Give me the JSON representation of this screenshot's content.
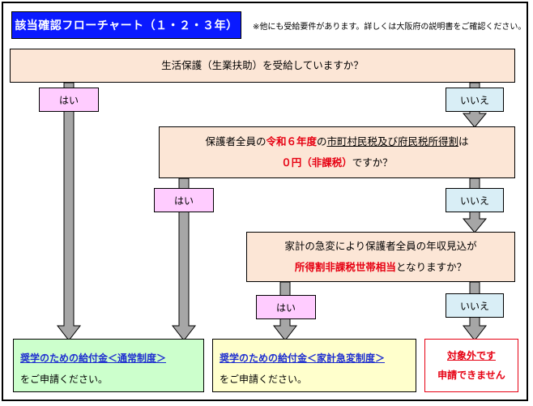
{
  "title": "該当確認フローチャート（１・２・３年）",
  "note": "※他にも受給要件があります。詳しくは大阪府の説明書をご確認ください。",
  "q1": {
    "text": "生活保護（生業扶助）を受給していますか？"
  },
  "q2": {
    "pre": "保護者全員の",
    "red1": "令和６年度",
    "mid": "の",
    "ul": "市町村民税及び府民税所得割",
    "post": "は",
    "red2": "０円（非課税）",
    "end": "ですか？"
  },
  "q3": {
    "line1": "家計の急変により保護者全員の年収見込が",
    "red": "所得割非課税世帯相当",
    "end": "となりますか？"
  },
  "labels": {
    "yes": "はい",
    "no": "いいえ"
  },
  "results": {
    "normal": {
      "title": "奨学のための給付金＜通常制度＞",
      "sub": "をご申請ください。"
    },
    "sudden": {
      "title": "奨学のための給付金＜家計急変制度＞",
      "sub": "をご申請ください。"
    },
    "excluded": {
      "line1": "対象外です",
      "line2": "申請できません"
    }
  },
  "colors": {
    "title_bg": "#0a1aff",
    "question_bg": "#fce6d6",
    "yes_bg": "#ffccff",
    "no_bg": "#d9eef6",
    "normal_bg": "#ccffcc",
    "sudden_bg": "#ffffcc",
    "arrow": "#a6a6a6",
    "accent_red": "#e60012"
  }
}
